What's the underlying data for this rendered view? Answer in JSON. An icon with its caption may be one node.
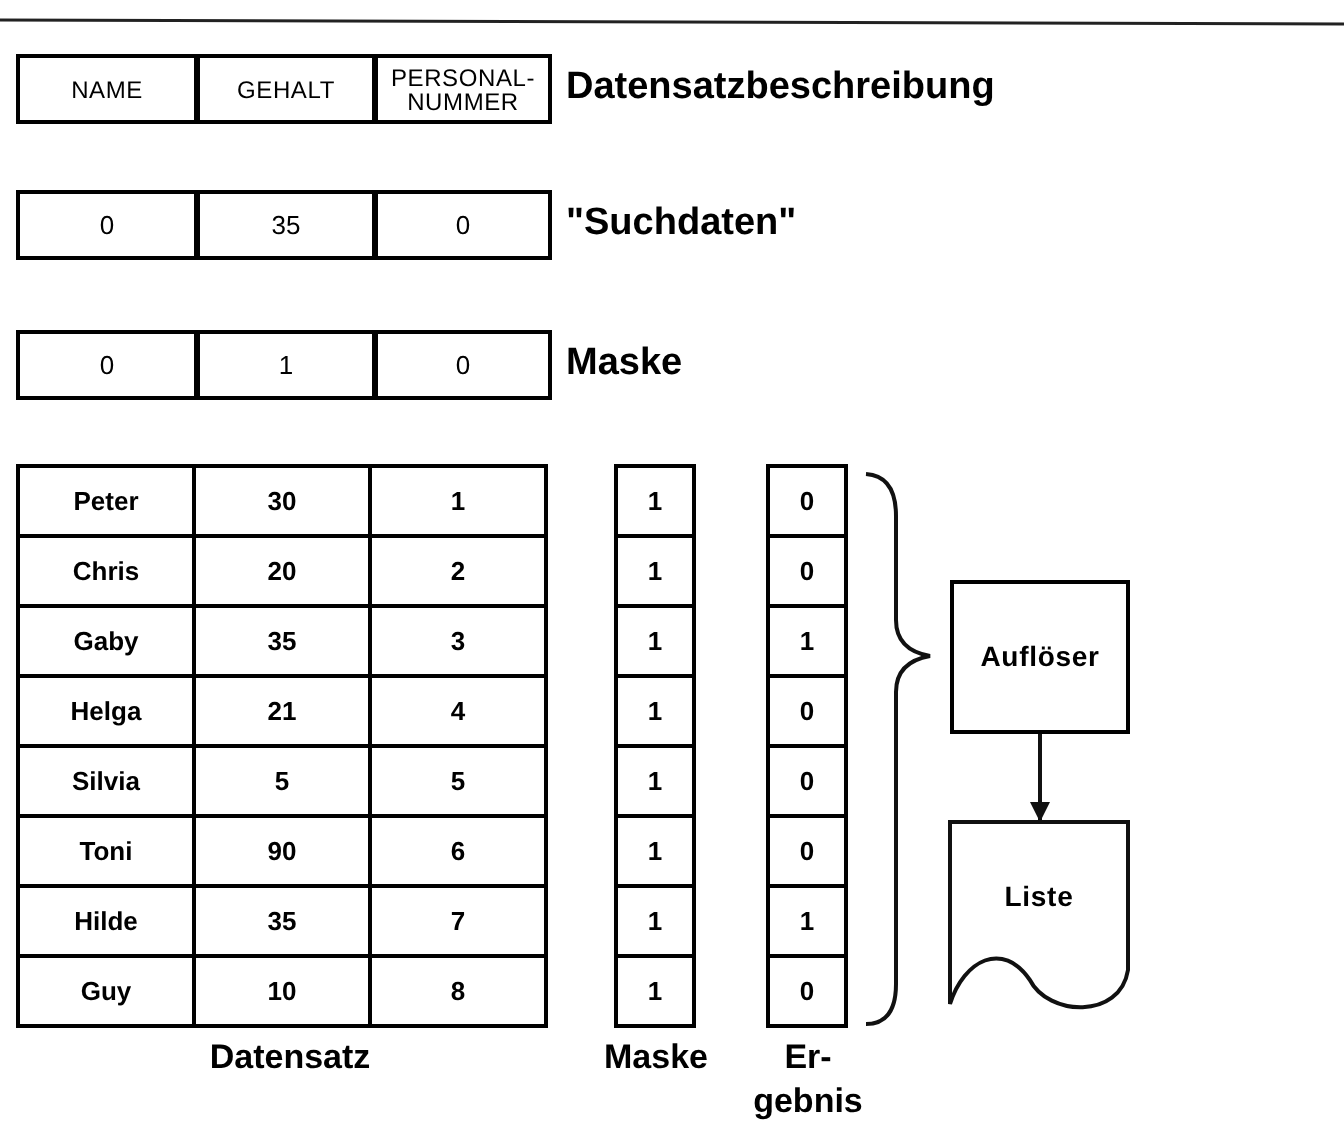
{
  "diagram": {
    "nodes": [
      {
        "text": [
          "Auflöser"
        ]
      },
      {
        "text": [
          "Liste"
        ]
      }
    ],
    "edges": [
      {
        "from": 0,
        "to": 1,
        "arrow": "to"
      }
    ],
    "labels": [
      "NAME",
      "GEHALT",
      "PERSONAL- NUMMER",
      "Datensatzbeschreibung",
      "0",
      "35",
      "0",
      "\"Suchdaten\"",
      "0",
      "1",
      "0",
      "Maske",
      "Peter",
      "30",
      "1",
      "1",
      "0",
      "Chris",
      "20",
      "2",
      "1",
      "0",
      "Gaby",
      "35",
      "3",
      "1",
      "1",
      "Helga",
      "21",
      "4",
      "1",
      "0",
      "Silvia",
      "5",
      "5",
      "1",
      "0",
      "Toni",
      "90",
      "6",
      "1",
      "0",
      "Hilde",
      "35",
      "7",
      "1",
      "1",
      "Guy",
      "10",
      "8",
      "1",
      "0",
      "Datensatz",
      "Maske",
      "Er- gebnis"
    ]
  }
}
